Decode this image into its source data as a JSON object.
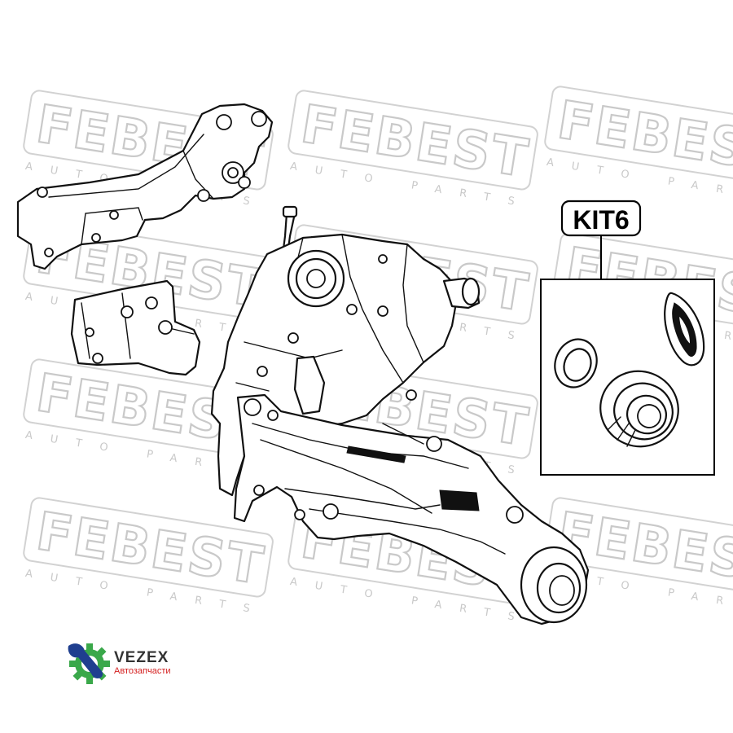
{
  "watermark": {
    "word": "FEBEST",
    "sub": "AUTO PARTS"
  },
  "kit": {
    "label": "KIT6"
  },
  "logo": {
    "name": "VEZEX",
    "subtitle": "Автозапчасти",
    "icon": "gear-wrench-icon"
  }
}
